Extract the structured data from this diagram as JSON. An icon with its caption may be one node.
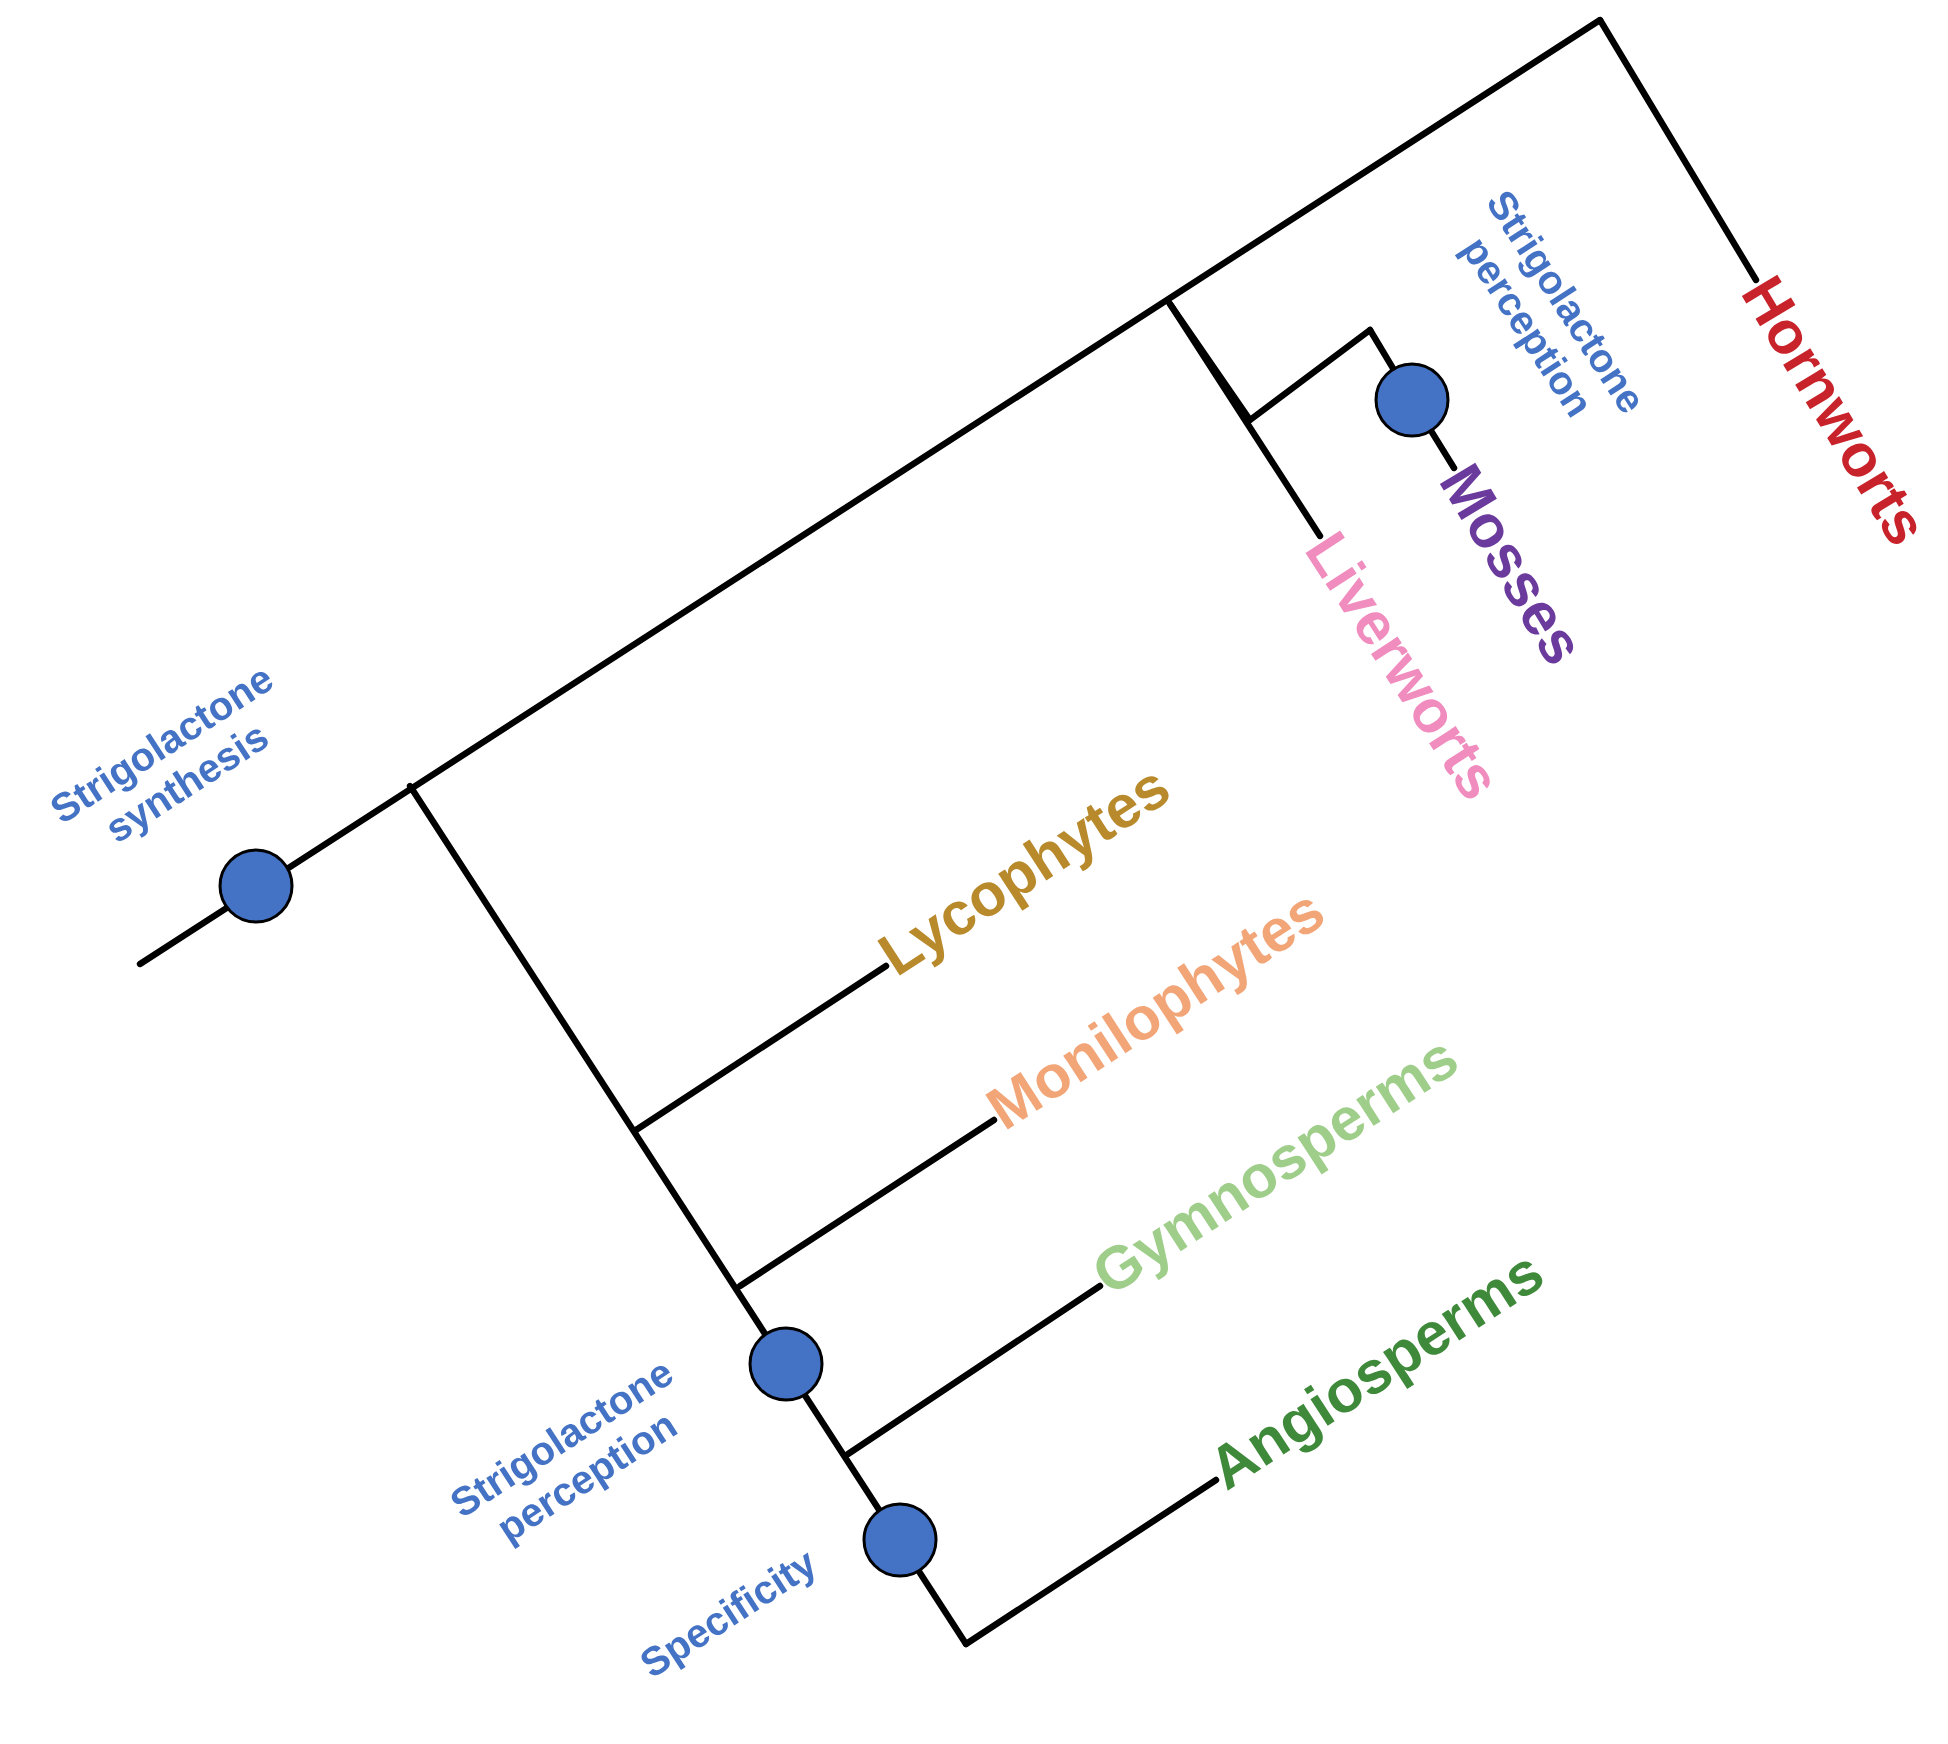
{
  "diagram": {
    "nodes": [
      {
        "text": [
          "Hornworts"
        ]
      },
      {
        "text": [
          "Mosses"
        ]
      },
      {
        "text": [
          "Liverworts"
        ]
      },
      {
        "text": [
          "Lycophytes"
        ]
      },
      {
        "text": [
          "Monilophytes"
        ]
      },
      {
        "text": [
          "Gymnosperms"
        ]
      },
      {
        "text": [
          "Angiosperms"
        ]
      },
      {
        "text": [],
        "shape": "circle",
        "beside": [
          "Strigolactone synthesis"
        ]
      },
      {
        "text": [],
        "shape": "circle",
        "beside": [
          "Strigolactone perception"
        ]
      },
      {
        "text": [],
        "shape": "circle",
        "beside": [
          "Strigolactone perception"
        ]
      },
      {
        "text": [],
        "shape": "circle",
        "beside": [
          "Specificity"
        ]
      }
    ],
    "edges": [
      {
        "from": null,
        "to": 0,
        "arrow": "none"
      },
      {
        "from": 8,
        "to": 1,
        "arrow": "none"
      },
      {
        "from": null,
        "to": 2,
        "arrow": "none"
      },
      {
        "from": null,
        "to": 3,
        "arrow": "none"
      },
      {
        "from": null,
        "to": 4,
        "arrow": "none"
      },
      {
        "from": null,
        "to": 5,
        "arrow": "none"
      },
      {
        "from": null,
        "to": 6,
        "arrow": "none"
      },
      {
        "from": null,
        "to": 8,
        "arrow": "none"
      }
    ]
  }
}
